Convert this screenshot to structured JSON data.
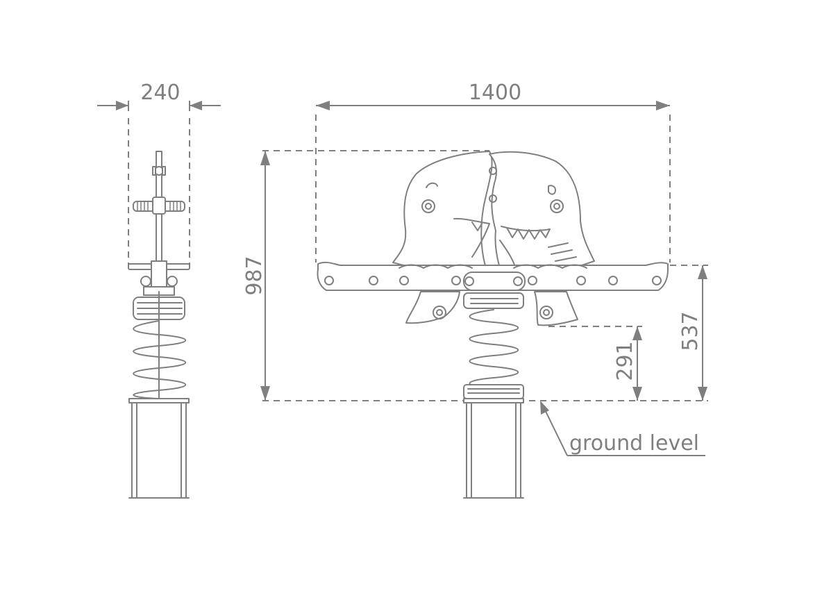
{
  "dimensions": {
    "width_side": "240",
    "width_front": "1400",
    "height_total": "987",
    "seat_height": "537",
    "foot_height": "291"
  },
  "labels": {
    "ground": "ground level"
  },
  "colors": {
    "line": "#7f7f7f",
    "background": "#ffffff"
  }
}
